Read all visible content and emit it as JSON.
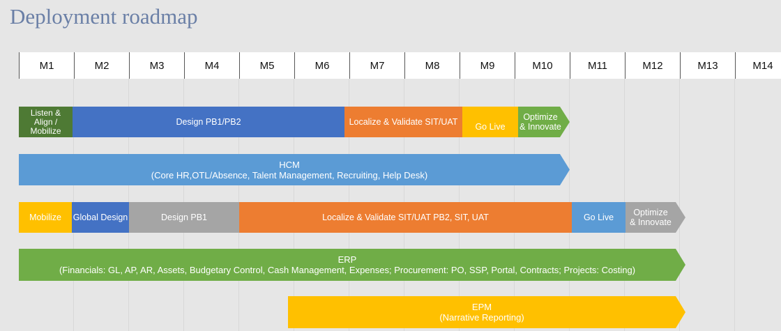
{
  "title": "Deployment roadmap",
  "months": [
    "M1",
    "M2",
    "M3",
    "M4",
    "M5",
    "M6",
    "M7",
    "M8",
    "M9",
    "M10",
    "M11",
    "M12",
    "M13",
    "M14"
  ],
  "colors": {
    "dark_green": "#4e7a34",
    "blue": "#4472c4",
    "orange": "#ed7d31",
    "yellow": "#ffc000",
    "green": "#70ad47",
    "light_blue": "#5b9bd5",
    "gray": "#a5a5a5"
  },
  "row1": {
    "listen": "Listen &\nAlign /\nMobilize",
    "design": "Design PB1/PB2",
    "localize": "Localize & Validate SIT/UAT",
    "golive": "Go Live",
    "optimize": "Optimize\n& Innovate"
  },
  "hcm": {
    "title": "HCM",
    "subtitle": "(Core HR,OTL/Absence, Talent Management, Recruiting, Help Desk)"
  },
  "row3": {
    "mobilize": "Mobilize",
    "global_design": "Global Design",
    "design": "Design PB1",
    "localize": "Localize & Validate SIT/UAT PB2, SIT, UAT",
    "golive": "Go Live",
    "optimize": "Optimize\n& Innovate"
  },
  "erp": {
    "title": "ERP",
    "subtitle": "(Financials: GL, AP, AR, Assets, Budgetary Control, Cash Management, Expenses;  Procurement: PO, SSP, Portal, Contracts; Projects: Costing)"
  },
  "epm": {
    "title": "EPM",
    "subtitle": "(Narrative Reporting)"
  }
}
